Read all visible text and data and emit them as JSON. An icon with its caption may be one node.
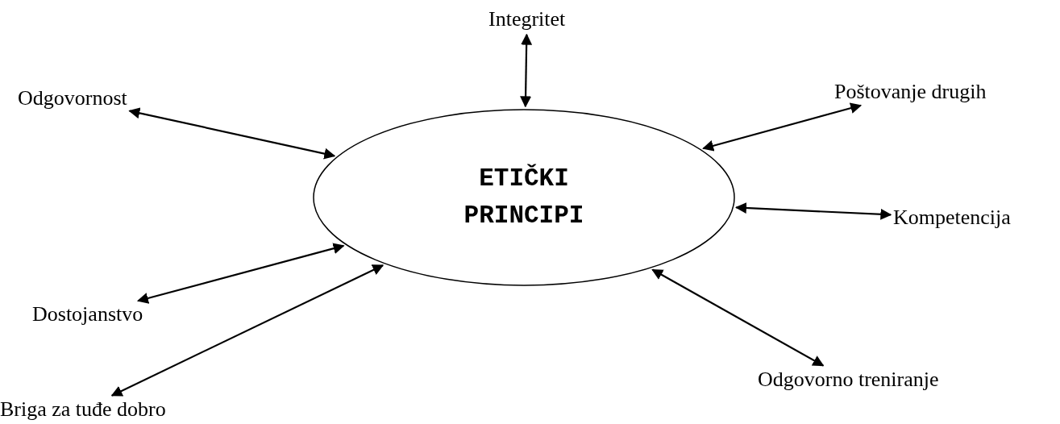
{
  "diagram": {
    "nodes": [
      {
        "text": [
          "Integritet"
        ]
      },
      {
        "text": [
          "Poštovanje drugih"
        ]
      },
      {
        "text": [
          "Odgovornost"
        ]
      },
      {
        "text": [
          "ETIČKI PRINCIPI"
        ]
      },
      {
        "text": [
          "Kompetencija"
        ]
      },
      {
        "text": [
          "Dostojanstvo"
        ]
      },
      {
        "text": [
          "Odgovorno treniranje"
        ]
      },
      {
        "text": [
          "Briga za tuđe dobro"
        ]
      }
    ],
    "edges": [
      {
        "from": 0,
        "to": 3,
        "arrow": "both"
      },
      {
        "from": 1,
        "to": 3,
        "arrow": "both"
      },
      {
        "from": 2,
        "to": 3,
        "arrow": "both"
      },
      {
        "from": 4,
        "to": 3,
        "arrow": "both"
      },
      {
        "from": 5,
        "to": 3,
        "arrow": "both"
      },
      {
        "from": 6,
        "to": 3,
        "arrow": "both"
      },
      {
        "from": 7,
        "to": 3,
        "arrow": "both"
      }
    ]
  }
}
